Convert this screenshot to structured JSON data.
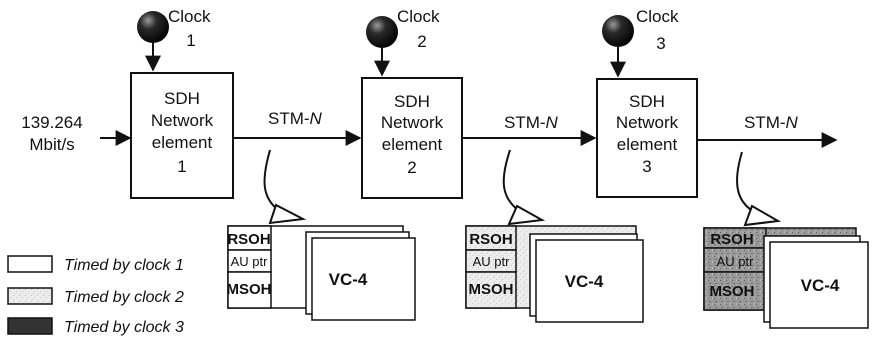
{
  "input": {
    "rate_line1": "139.264",
    "rate_line2": "Mbit/s"
  },
  "clocks": [
    {
      "label": "Clock",
      "number": "1"
    },
    {
      "label": "Clock",
      "number": "2"
    },
    {
      "label": "Clock",
      "number": "3"
    }
  ],
  "elements": [
    {
      "line1": "SDH",
      "line2": "Network",
      "line3": "element",
      "number": "1"
    },
    {
      "line1": "SDH",
      "line2": "Network",
      "line3": "element",
      "number": "2"
    },
    {
      "line1": "SDH",
      "line2": "Network",
      "line3": "element",
      "number": "3"
    }
  ],
  "links": [
    {
      "prefix": "STM-",
      "suffix": "N"
    },
    {
      "prefix": "STM-",
      "suffix": "N"
    },
    {
      "prefix": "STM-",
      "suffix": "N"
    }
  ],
  "frames": [
    {
      "rsoh": "RSOH",
      "au_ptr": "AU ptr",
      "msoh": "MSOH",
      "vc": "VC-4"
    },
    {
      "rsoh": "RSOH",
      "au_ptr": "AU ptr",
      "msoh": "MSOH",
      "vc": "VC-4"
    },
    {
      "rsoh": "RSOH",
      "au_ptr": "AU ptr",
      "msoh": "MSOH",
      "vc": "VC-4"
    }
  ],
  "legend": [
    {
      "label": "Timed by clock 1",
      "color": "#ffffff"
    },
    {
      "label": "Timed by clock 2",
      "color": "#e6e6e6"
    },
    {
      "label": "Timed by clock 3",
      "color": "#3a3a3a"
    }
  ]
}
